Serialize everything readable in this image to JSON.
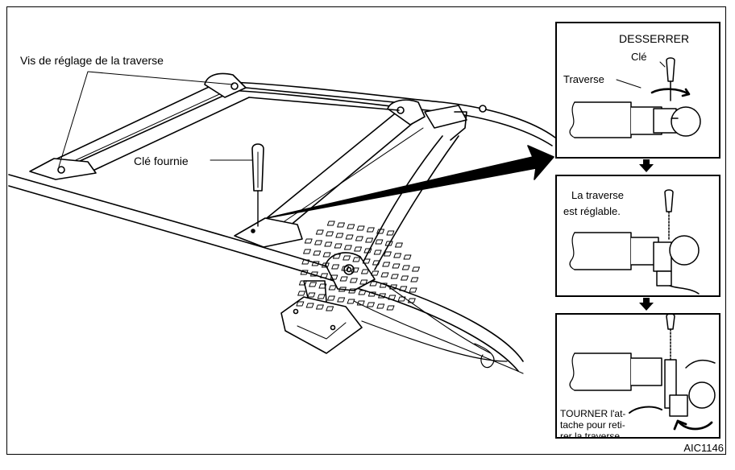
{
  "main_labels": {
    "crossbar_screw": "Vis de réglage de la traverse",
    "supplied_key": "Clé fournie"
  },
  "panel_1": {
    "title": "DESSERRER",
    "key_label": "Clé",
    "crossbar_label": "Traverse"
  },
  "panel_2": {
    "line_1": "La traverse",
    "line_2": "est réglable."
  },
  "panel_3": {
    "line_1": "TOURNER l'at-",
    "line_2": "tache pour reti-",
    "line_3": "rer la traverse"
  },
  "reference_code": "AIC1146"
}
